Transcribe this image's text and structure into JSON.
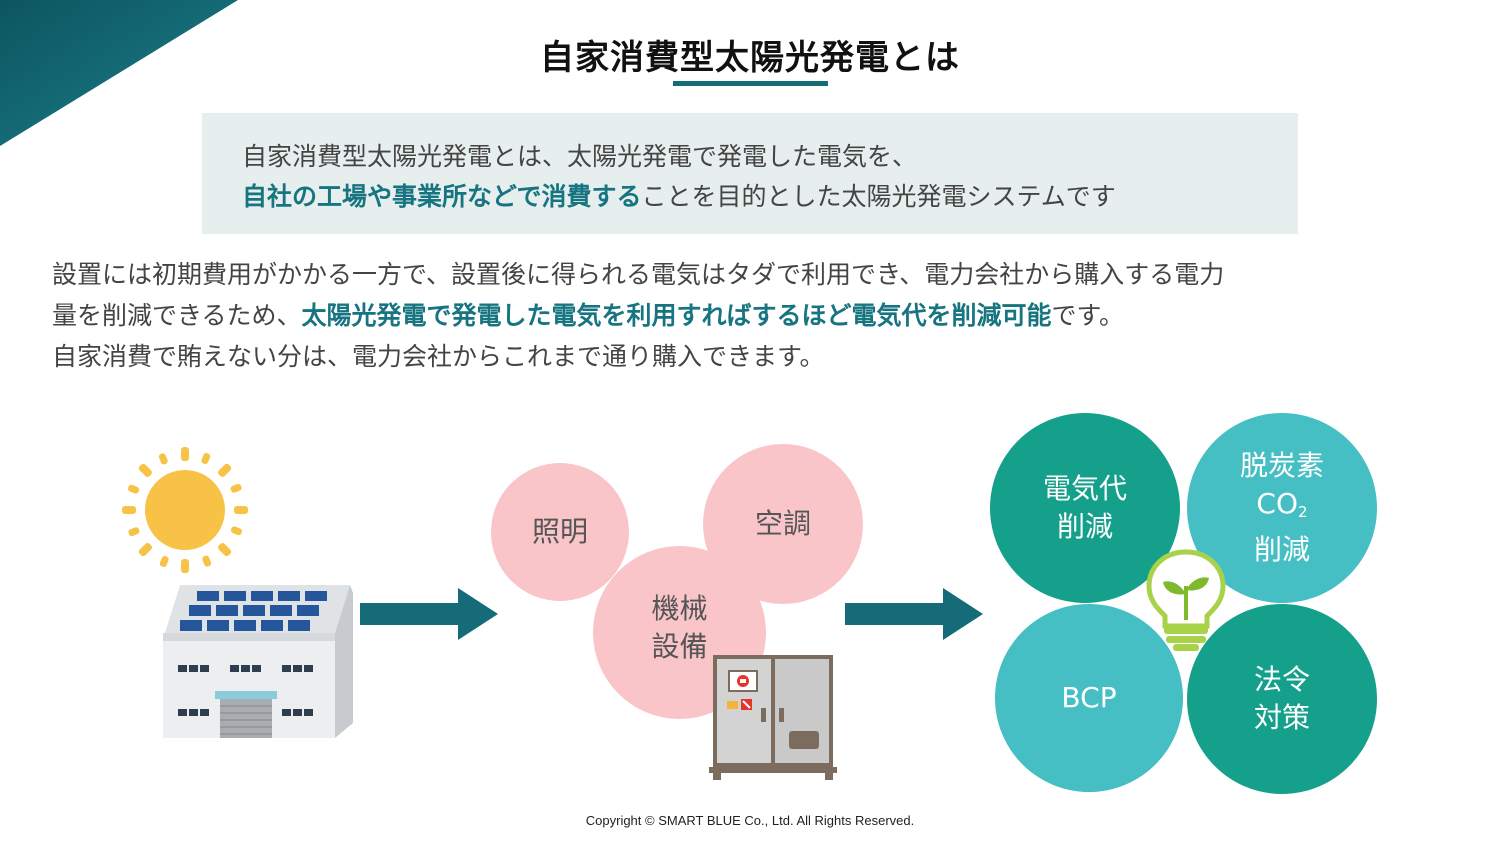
{
  "title": "自家消費型太陽光発電とは",
  "intro": {
    "line1": "自家消費型太陽光発電とは、太陽光発電で発電した電気を、",
    "line2_highlight": "自社の工場や事業所などで消費する",
    "line2_rest": "ことを目的とした太陽光発電システムです"
  },
  "body": {
    "line1": "設置には初期費用がかかる一方で、設置後に得られる電気はタダで利用でき、電力会社から購入する電力",
    "line2_pre": "量を削減できるため、",
    "line2_highlight": "太陽光発電で発電した電気を利用すればするほど電気代を削減可能",
    "line2_post": "です。",
    "line3": "自家消費で賄えない分は、電力会社からこれまで通り購入できます。"
  },
  "usage": {
    "lighting": "照明",
    "aircon": "空調",
    "machinery_l1": "機械",
    "machinery_l2": "設備"
  },
  "benefits": {
    "cost_l1": "電気代",
    "cost_l2": "削減",
    "decarb_l1": "脱炭素",
    "decarb_co": "CO",
    "decarb_sub": "2",
    "decarb_l3": "削減",
    "bcp": "BCP",
    "law_l1": "法令",
    "law_l2": "対策"
  },
  "colors": {
    "accent": "#177581",
    "arrow": "#156b78",
    "pink": "#f9c5c9",
    "dark_green": "#14a08a",
    "light_teal": "#45bfc4",
    "sun": "#f7c245"
  },
  "icons": [
    "sun-icon",
    "factory-icon",
    "switchboard-icon",
    "lightbulb-sprout-icon",
    "arrow-right-icon"
  ],
  "copyright": "Copyright © SMART BLUE Co., Ltd. All Rights Reserved."
}
